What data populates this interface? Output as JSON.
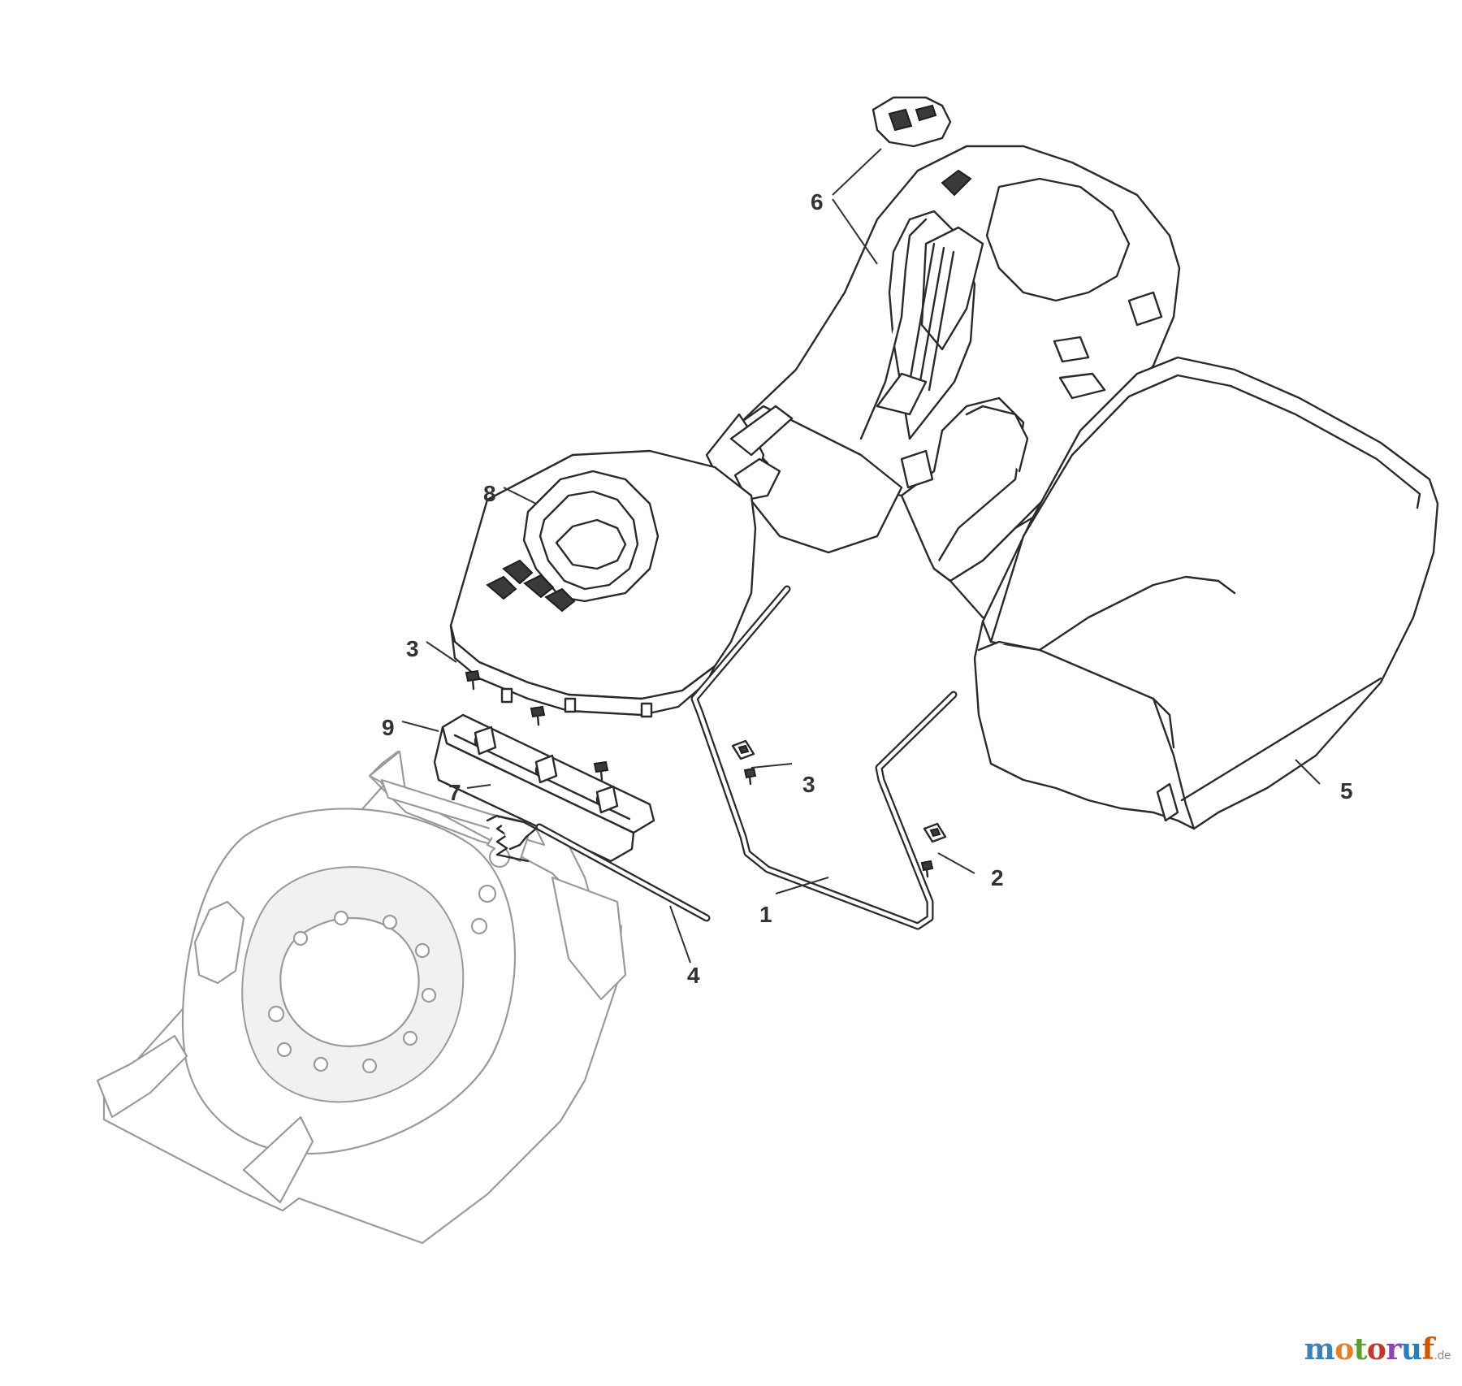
{
  "diagram": {
    "callouts": [
      {
        "id": "1",
        "label": "1"
      },
      {
        "id": "2",
        "label": "2"
      },
      {
        "id": "3a",
        "label": "3"
      },
      {
        "id": "3b",
        "label": "3"
      },
      {
        "id": "4",
        "label": "4"
      },
      {
        "id": "5",
        "label": "5"
      },
      {
        "id": "6",
        "label": "6"
      },
      {
        "id": "7",
        "label": "7"
      },
      {
        "id": "8",
        "label": "8"
      },
      {
        "id": "9",
        "label": "9"
      }
    ]
  },
  "watermark": {
    "letters": [
      "m",
      "o",
      "t",
      "o",
      "r",
      "u",
      "f"
    ],
    "colors": [
      "#3d7fc0",
      "#e67e22",
      "#5aa02c",
      "#c0392b",
      "#8e44ad",
      "#2980b9",
      "#d35400"
    ],
    "suffix": ".de"
  }
}
